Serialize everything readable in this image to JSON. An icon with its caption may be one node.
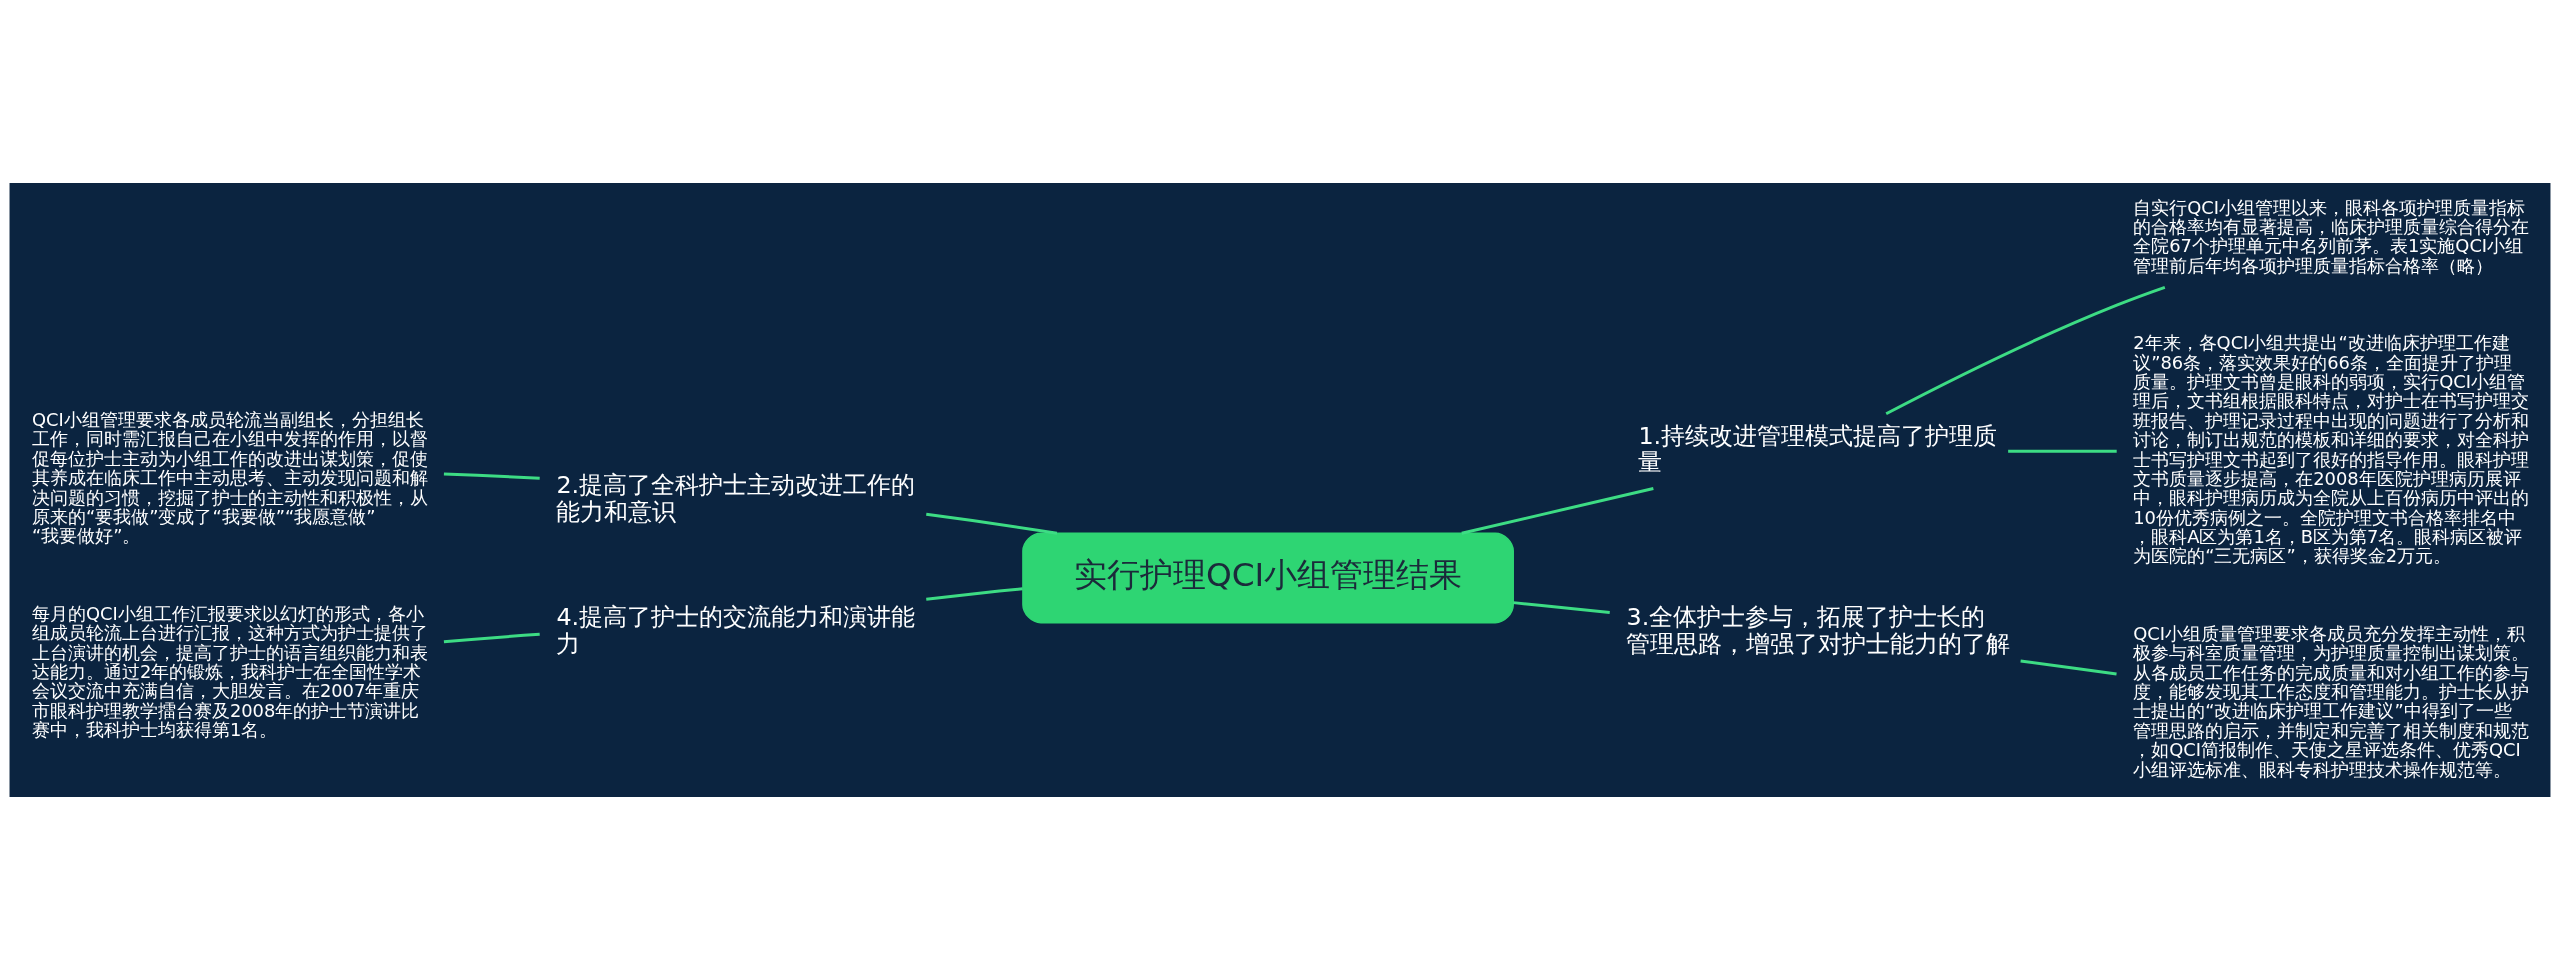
{
  "diagram": {
    "nodes": [
      {
        "text": [
          "实行护理QCI小组管理结果"
        ]
      },
      {
        "text": [
          "1.持续改进管理模式提高了护理质量"
        ]
      },
      {
        "text": [
          "自实行QCI小组管理以来，眼科各项护理质量指标的合格率均有显著提高，临床护理质量综合得分在全院67个护理单元中名列前茅。表1实施QCI小组管理前后年均各项护理质量指标合格率（略）"
        ]
      },
      {
        "text": [
          "2年来，各QCI小组共提出“改进临床护理工作建议”86条，落实效果好的66条，全面提升了护理质量。护理文书曾是眼科的弱项，实行QCI小组管理后，文书组根据眼科特点，对护士在书写护理交班报告、护理记录过程中出现的问题进行了分析和讨论，制订出规范的模板和详细的要求，对全科护士书写护理文书起到了很好的指导作用。眼科护理文书质量逐步提高，在2008年医院护理病历展评中，眼科护理病历成为全院从上百份病历中评出的10份优秀病例之一。全院护理文书合格率排名中，眼科A区为第1名，B区为第7名。眼科病区被评为医院的“三无病区”，获得奖金2万元。"
        ]
      },
      {
        "text": [
          "2.提高了全科护士主动改进工作的能力和意识"
        ]
      },
      {
        "text": [
          "QCI小组管理要求各成员轮流当副组长，分担组长工作，同时需汇报自己在小组中发挥的作用，以督促每位护士主动为小组工作的改进出谋划策，促使其养成在临床工作中主动思考、主动发现问题和解决问题的习惯，挖掘了护士的主动性和积极性，从原来的“要我做”变成了“我要做”“我愿意做”“我要做好”。"
        ]
      },
      {
        "text": [
          "3.全体护士参与，拓展了护士长的管理思路，增强了对护士能力的了解"
        ]
      },
      {
        "text": [
          "QCI小组质量管理要求各成员充分发挥主动性，积极参与科室质量管理，为护理质量控制出谋划策。从各成员工作任务的完成质量和对小组工作的参与度，能够发现其工作态度和管理能力。护士长从护士提出的“改进临床护理工作建议”中得到了一些管理思路的启示，并制定和完善了相关制度和规范，如QCI简报制作、天使之星评选条件、优秀QCI小组评选标准、眼科专科护理技术操作规范等。"
        ]
      },
      {
        "text": [
          "4.提高了护士的交流能力和演讲能力"
        ]
      },
      {
        "text": [
          "每月的QCI小组工作汇报要求以幻灯的形式，各小组成员轮流上台进行汇报，这种方式为护士提供了上台演讲的机会，提高了护士的语言组织能力和表达能力。通过2年的锻炼，我科护士在全国性学术会议交流中充满自信，大胆发言。在2007年重庆市眼科护理教学擂台赛及2008年的护士节演讲比赛中，我科护士均获得第1名。"
        ]
      }
    ],
    "edges": [
      {
        "from": 0,
        "to": 1,
        "arrow": "none"
      },
      {
        "from": 1,
        "to": 2,
        "arrow": "none"
      },
      {
        "from": 1,
        "to": 3,
        "arrow": "none"
      },
      {
        "from": 0,
        "to": 4,
        "arrow": "none"
      },
      {
        "from": 4,
        "to": 5,
        "arrow": "none"
      },
      {
        "from": 0,
        "to": 6,
        "arrow": "none"
      },
      {
        "from": 6,
        "to": 7,
        "arrow": "none"
      },
      {
        "from": 0,
        "to": 8,
        "arrow": "none"
      },
      {
        "from": 8,
        "to": 9,
        "arrow": "none"
      }
    ]
  }
}
